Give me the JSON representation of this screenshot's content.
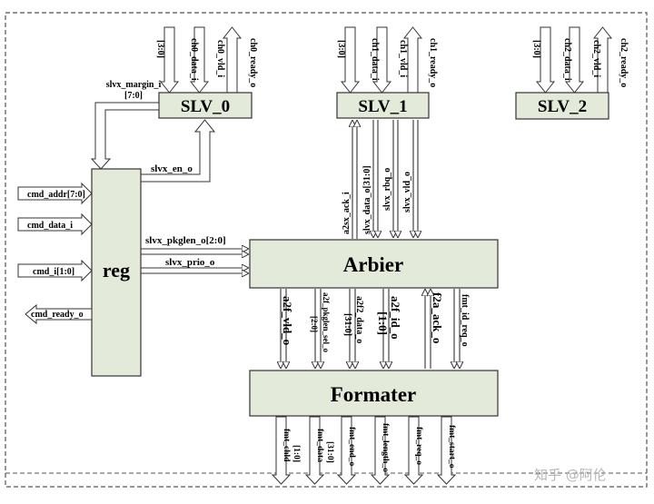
{
  "blocks": {
    "slv0": "SLV_0",
    "slv1": "SLV_1",
    "slv2": "SLV_2",
    "reg": "reg",
    "arbier": "Arbier",
    "formater": "Formater"
  },
  "slv0_ports": [
    "ch0_data_i",
    "[3:0]",
    "ch0_vld_i",
    "ch0_ready_o"
  ],
  "slv1_ports": [
    "ch1_data_i",
    "[3:0]",
    "ch1_vld_i",
    "ch1_ready_o"
  ],
  "slv2_ports": [
    "ch2_data_i",
    "[3:0]",
    "ch2_vld_i",
    "ch2_ready_o"
  ],
  "slvx_margin": [
    "slvx_margin_i",
    "[7:0]"
  ],
  "slvx_en": "slvx_en_o",
  "reg_inputs": [
    "cmd_addr[7:0]",
    "cmd_data_i",
    "cmd_i[1:0]"
  ],
  "reg_output": "cmd_ready_o",
  "reg_to_arbier": [
    "slvx_pkglen_o[2:0]",
    "slvx_prio_o"
  ],
  "slv1_arbier_signals": [
    "a2sx_ack_i",
    "slvx_data_o[31:0]",
    "slvx_rbq_o",
    "slvx_vld_o"
  ],
  "arbier_formater_signals": [
    "a2f_vld_o",
    "a2f_pkglen_sel_o",
    "[2:0]",
    "a2f2_data_o",
    "[31:0]",
    "a2f_id_o",
    "[1:0]",
    "f2a_ack_o",
    "fmt_id_req_o"
  ],
  "formater_outputs": [
    "fmt_chld",
    "[1:0]",
    "fmt_data",
    "[31:0]",
    "fmt_end_o",
    "fmt_length_o",
    "fmt_req_o",
    "fmt_start_o"
  ],
  "watermark": "知乎 @阿伦",
  "colors": {
    "block_fill": "#e4ead9",
    "stroke": "#333333",
    "frame": "#555555"
  }
}
